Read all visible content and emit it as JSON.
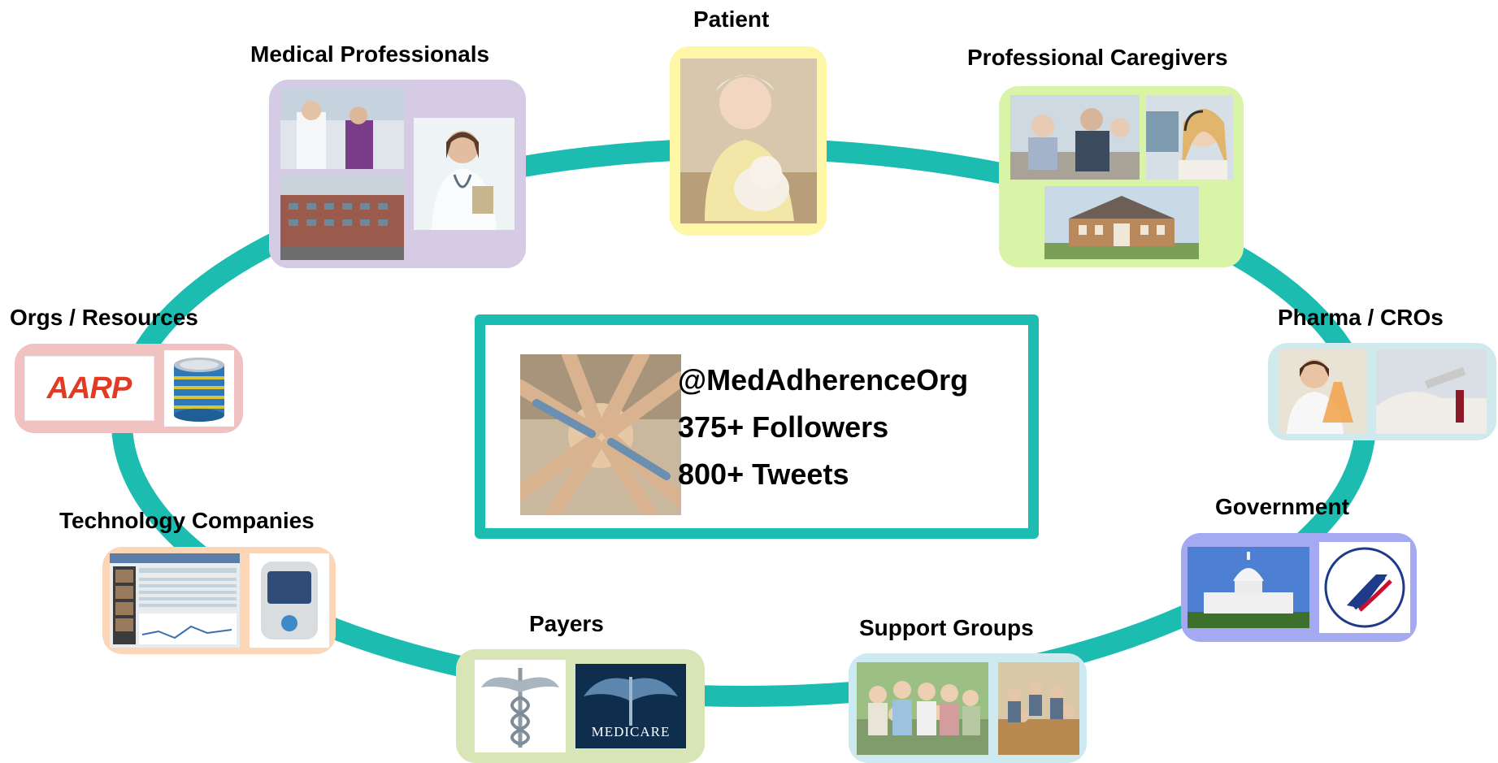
{
  "colors": {
    "ring": "#1cbcb0",
    "patient": "#fdf7a7",
    "medical": "#d6cbe5",
    "caregivers": "#d9f4a6",
    "orgs": "#f0c2c2",
    "pharma": "#cfe9ec",
    "technology": "#fbd7b8",
    "government": "#a5a9f2",
    "payers": "#d8e6b7",
    "support": "#cdeaf0"
  },
  "nodes": {
    "patient": {
      "label": "Patient"
    },
    "medical": {
      "label": "Medical Professionals"
    },
    "caregivers": {
      "label": "Professional Caregivers"
    },
    "orgs": {
      "label": "Orgs / Resources",
      "aarp_logo": "AARP"
    },
    "pharma": {
      "label": "Pharma / CROs"
    },
    "technology": {
      "label": "Technology Companies"
    },
    "government": {
      "label": "Government"
    },
    "payers": {
      "label": "Payers",
      "medicare_logo": "MEDICARE"
    },
    "support": {
      "label": "Support Groups"
    }
  },
  "center": {
    "handle": "@MedAdherenceOrg",
    "followers": "375+  Followers",
    "tweets": "800+  Tweets"
  },
  "icons": [
    "people-hands-photo",
    "database-icon",
    "caduceus-icon",
    "hhs-seal-icon",
    "capitol-icon"
  ]
}
